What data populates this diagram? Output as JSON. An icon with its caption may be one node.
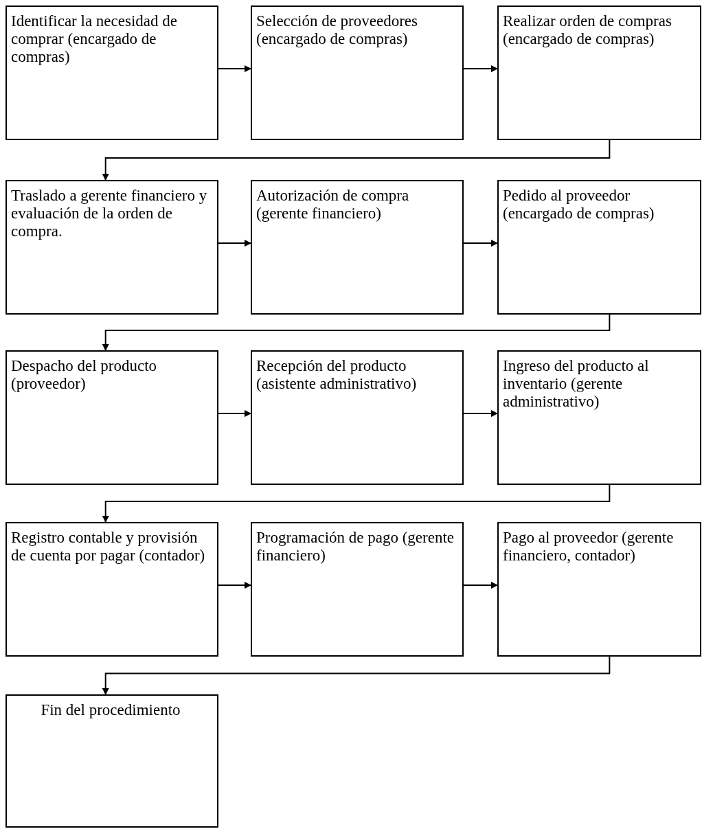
{
  "diagram": {
    "nodes": [
      {
        "text": [
          "Identificar la necesidad de comprar (encargado de compras)"
        ]
      },
      {
        "text": [
          "Selección de proveedores (encargado de compras)"
        ]
      },
      {
        "text": [
          "Realizar orden de compras (encargado de compras)"
        ]
      },
      {
        "text": [
          "Traslado a gerente financiero y evaluación de la orden de compra."
        ]
      },
      {
        "text": [
          "Autorización de compra (gerente financiero)"
        ]
      },
      {
        "text": [
          "Pedido al proveedor (encargado de compras)"
        ]
      },
      {
        "text": [
          "Despacho del producto (proveedor)"
        ]
      },
      {
        "text": [
          "Recepción del producto (asistente administrativo)"
        ]
      },
      {
        "text": [
          "Ingreso del producto al inventario (gerente administrativo)"
        ]
      },
      {
        "text": [
          "Registro contable y provisión de cuenta por pagar (contador)"
        ]
      },
      {
        "text": [
          "Programación de pago (gerente financiero)"
        ]
      },
      {
        "text": [
          "Pago al proveedor (gerente financiero, contador)"
        ]
      },
      {
        "text": [
          "Fin del procedimiento"
        ]
      }
    ],
    "edges": [
      {
        "from": 0,
        "to": 1,
        "arrow": "to"
      },
      {
        "from": 1,
        "to": 2,
        "arrow": "to"
      },
      {
        "from": 2,
        "to": 3,
        "arrow": "to"
      },
      {
        "from": 3,
        "to": 4,
        "arrow": "to"
      },
      {
        "from": 4,
        "to": 5,
        "arrow": "to"
      },
      {
        "from": 5,
        "to": 6,
        "arrow": "to"
      },
      {
        "from": 6,
        "to": 7,
        "arrow": "to"
      },
      {
        "from": 7,
        "to": 8,
        "arrow": "to"
      },
      {
        "from": 8,
        "to": 9,
        "arrow": "to"
      },
      {
        "from": 9,
        "to": 10,
        "arrow": "to"
      },
      {
        "from": 10,
        "to": 11,
        "arrow": "to"
      },
      {
        "from": 11,
        "to": 12,
        "arrow": "to"
      }
    ]
  }
}
